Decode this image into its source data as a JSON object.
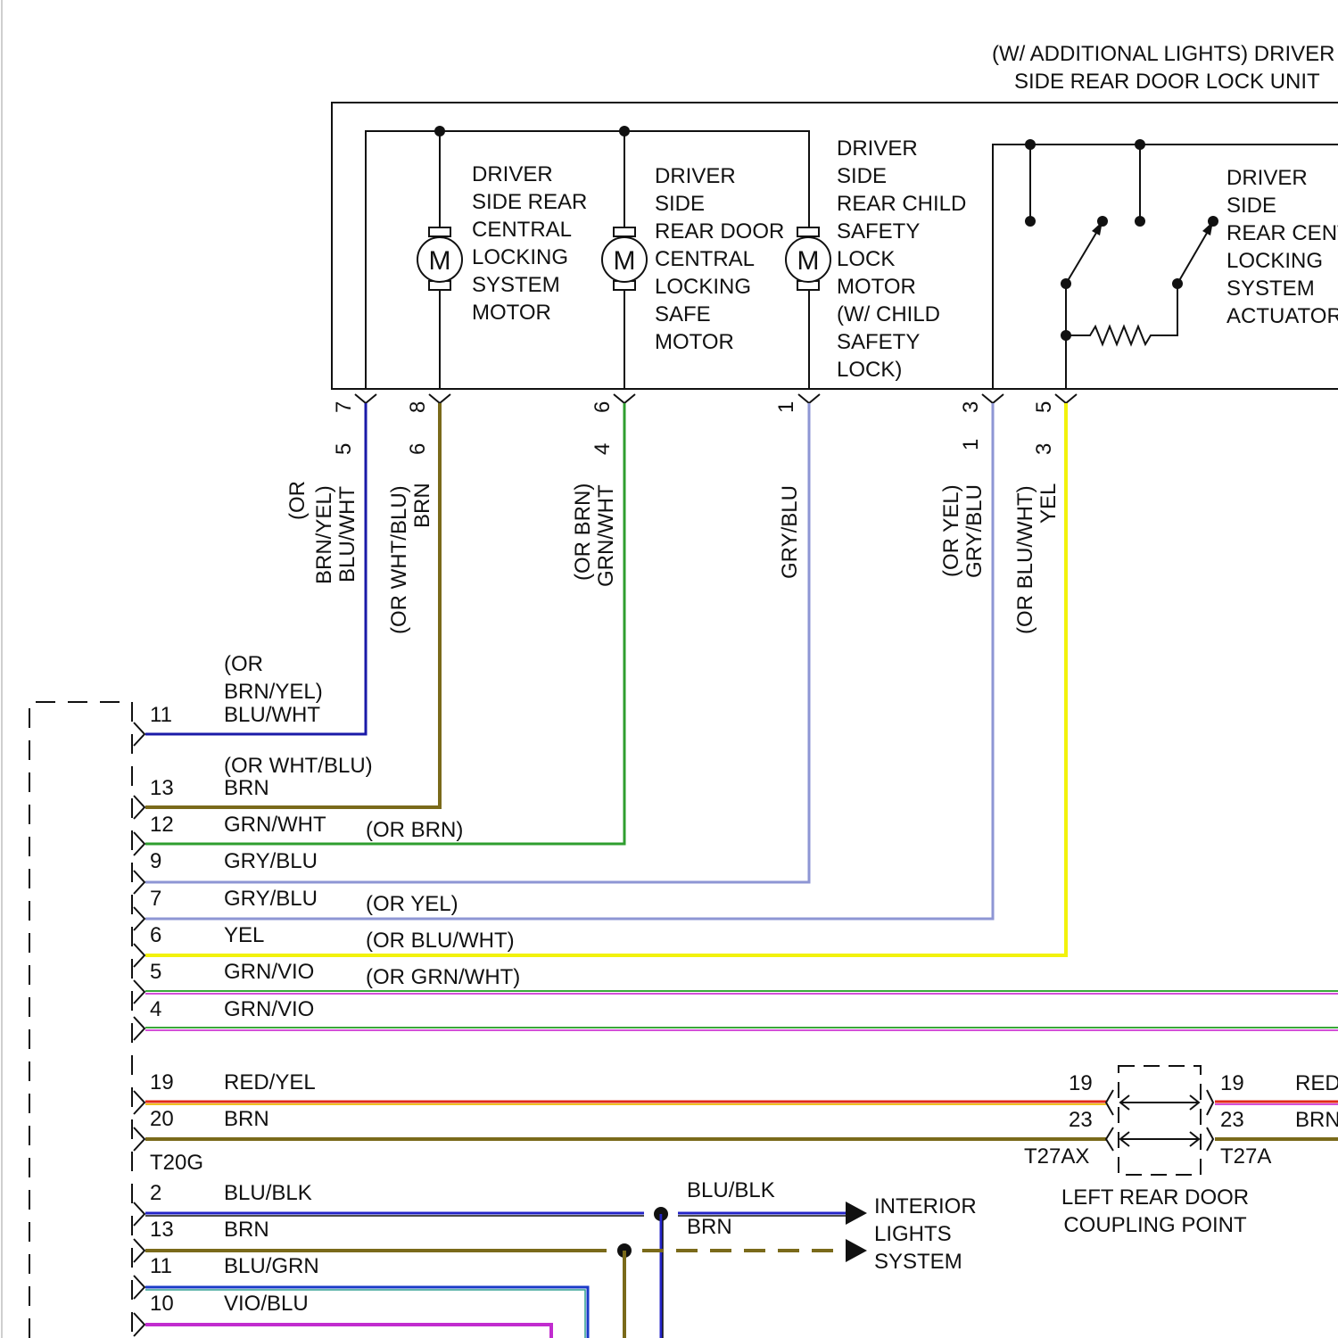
{
  "colors": {
    "blu_wht": "#1a1aa8",
    "brn": "#7a6a1a",
    "grn_wht": "#2f9e2f",
    "gry_blu": "#8e96d4",
    "yel": "#f2f20c",
    "grn_vio_a": "#3aa83a",
    "grn_vio_b": "#d44fd8",
    "red_yel_a": "#e22a1a",
    "red_yel_b": "#f0c020",
    "blu_blk": "#2424c8",
    "blu_grn": "#1a3ac8",
    "vio_blu": "#c12ccf",
    "black": "#111111"
  },
  "header": {
    "line1": "(W/ ADDITIONAL LIGHTS) DRIVER",
    "line2": "SIDE REAR DOOR LOCK UNIT"
  },
  "components": {
    "motor_symbol": "M",
    "motor1": [
      "DRIVER",
      "SIDE REAR",
      "CENTRAL",
      "LOCKING",
      "SYSTEM",
      "MOTOR"
    ],
    "motor2": [
      "DRIVER",
      "SIDE",
      "REAR DOOR",
      "CENTRAL",
      "LOCKING",
      "SAFE",
      "MOTOR"
    ],
    "motor3": [
      "DRIVER",
      "SIDE",
      "REAR CHILD",
      "SAFETY",
      "LOCK",
      "MOTOR",
      "(W/ CHILD",
      "SAFETY",
      "LOCK)"
    ],
    "actuator": [
      "DRIVER",
      "SIDE",
      "REAR CENTRAL",
      "LOCKING",
      "SYSTEM",
      "ACTUATOR"
    ]
  },
  "vertical_wires": [
    {
      "pin_top": "7",
      "pin_bottom": "5",
      "label_lines": [
        "(OR",
        "BRN/YEL)",
        "BLU/WHT"
      ]
    },
    {
      "pin_top": "8",
      "pin_bottom": "6",
      "label_lines": [
        "(OR WHT/BLU)",
        "BRN"
      ]
    },
    {
      "pin_top": "6",
      "pin_bottom": "4",
      "label_lines": [
        "(OR BRN)",
        "GRN/WHT"
      ]
    },
    {
      "pin_top": "1",
      "pin_bottom": "",
      "label_lines": [
        "GRY/BLU"
      ]
    },
    {
      "pin_top": "3",
      "pin_bottom": "1",
      "label_lines": [
        "(OR YEL)",
        "GRY/BLU"
      ]
    },
    {
      "pin_top": "5",
      "pin_bottom": "3",
      "label_lines": [
        "(OR BLU/WHT)",
        "YEL"
      ]
    }
  ],
  "connector_rows": [
    {
      "pin": "11",
      "color": "BLU/WHT",
      "alt_lines": [
        "(OR",
        "BRN/YEL)"
      ],
      "alt": ""
    },
    {
      "pin": "13",
      "color": "BRN",
      "alt_lines": [
        "(OR WHT/BLU)"
      ],
      "alt": ""
    },
    {
      "pin": "12",
      "color": "GRN/WHT",
      "alt_lines": [],
      "alt": "(OR BRN)"
    },
    {
      "pin": "9",
      "color": "GRY/BLU",
      "alt_lines": [],
      "alt": ""
    },
    {
      "pin": "7",
      "color": "GRY/BLU",
      "alt_lines": [],
      "alt": "(OR YEL)"
    },
    {
      "pin": "6",
      "color": "YEL",
      "alt_lines": [],
      "alt": "(OR BLU/WHT)"
    },
    {
      "pin": "5",
      "color": "GRN/VIO",
      "alt_lines": [],
      "alt": "(OR GRN/WHT)"
    },
    {
      "pin": "4",
      "color": "GRN/VIO",
      "alt_lines": [],
      "alt": ""
    },
    {
      "pin": "19",
      "color": "RED/YEL",
      "alt_lines": [],
      "alt": ""
    },
    {
      "pin": "20",
      "color": "BRN",
      "alt_lines": [],
      "alt": ""
    },
    {
      "pin": "2",
      "color": "BLU/BLK",
      "alt_lines": [],
      "alt": ""
    },
    {
      "pin": "13",
      "color": "BRN",
      "alt_lines": [],
      "alt": ""
    },
    {
      "pin": "11",
      "color": "BLU/GRN",
      "alt_lines": [],
      "alt": ""
    },
    {
      "pin": "10",
      "color": "VIO/BLU",
      "alt_lines": [],
      "alt": ""
    }
  ],
  "connector_name": "T20G",
  "coupling": {
    "left_pins": [
      "19",
      "23"
    ],
    "left_name": "T27AX",
    "right_pins": [
      "19",
      "23"
    ],
    "right_name": "T27A",
    "right_colors": [
      "RED",
      "BRN"
    ],
    "caption": [
      "LEFT REAR DOOR",
      "COUPLING POINT"
    ]
  },
  "interior": {
    "blu_blk_label": "BLU/BLK",
    "brn_label": "BRN",
    "target": [
      "INTERIOR",
      "LIGHTS",
      "SYSTEM"
    ]
  }
}
